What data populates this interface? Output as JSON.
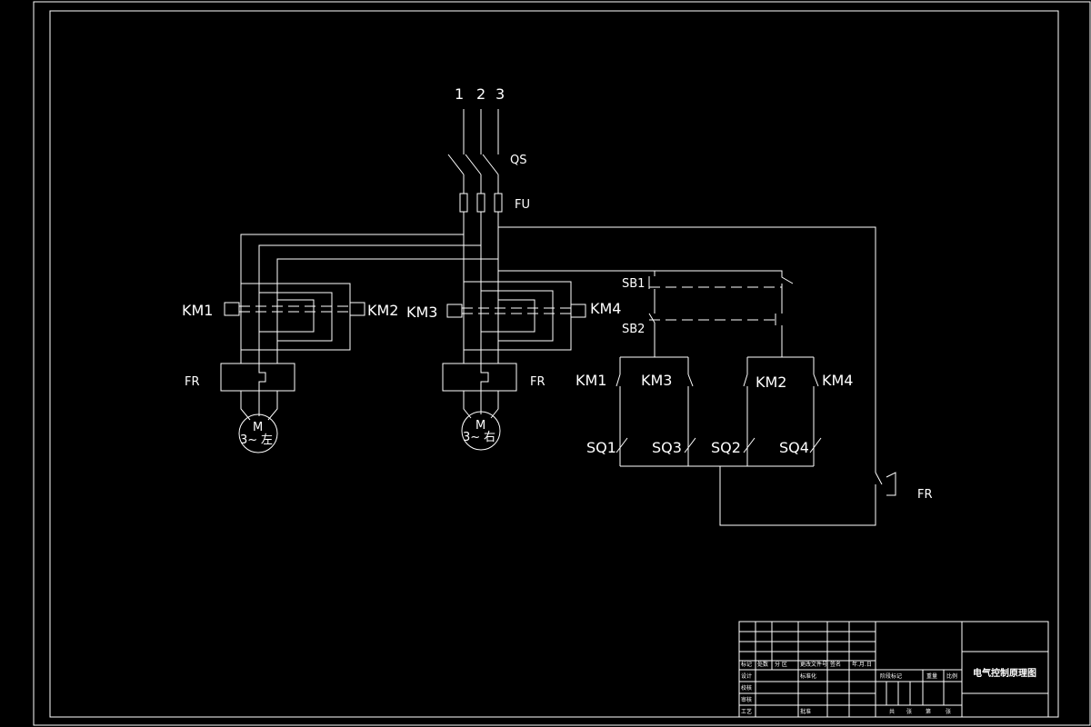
{
  "diagram": {
    "phases": [
      "1",
      "2",
      "3"
    ],
    "switch_label": "QS",
    "fuse_label": "FU",
    "contactors_left": [
      "KM1",
      "KM2"
    ],
    "contactors_right": [
      "KM3",
      "KM4"
    ],
    "relay_label": "FR",
    "motor_left": {
      "symbol": "M",
      "phase": "3~",
      "tag": "左"
    },
    "motor_right": {
      "symbol": "M",
      "phase": "3~",
      "tag": "右"
    },
    "buttons": [
      "SB1",
      "SB2"
    ],
    "control_coils": [
      "KM1",
      "KM3",
      "KM2",
      "KM4"
    ],
    "limit_switches": [
      "SQ1",
      "SQ3",
      "SQ2",
      "SQ4"
    ]
  },
  "title_block": {
    "drawing_title": "电气控制原理图",
    "row_headers": [
      "标记",
      "处数",
      "分 区",
      "更改文件号",
      "签名",
      "年.月.日"
    ],
    "roles": [
      "设计",
      "校核",
      "审核",
      "工艺"
    ],
    "mid_labels": [
      "标准化",
      "批准"
    ],
    "stage_headers": [
      "阶段标记",
      "重量",
      "比例"
    ],
    "sheet_labels": [
      "共",
      "张",
      "第",
      "张"
    ]
  },
  "colors": {
    "background": "#000000",
    "line": "#ffffff"
  }
}
